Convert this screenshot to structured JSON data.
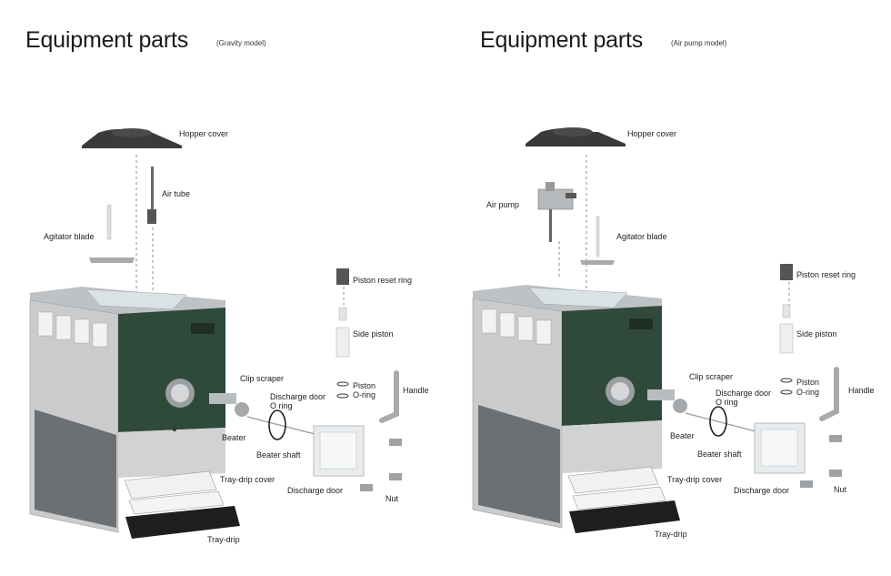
{
  "left": {
    "title": "Equipment parts",
    "subtitle": "(Gravity model)",
    "labels": {
      "hopper_cover": "Hopper cover",
      "air_tube": "Air tube",
      "agitator_blade": "Agitator blade",
      "piston_reset_ring": "Piston reset ring",
      "side_piston": "Side piston",
      "clip_scraper": "Clip scraper",
      "piston_o_ring_1": "Piston",
      "piston_o_ring_2": "O-ring",
      "handle": "Handle",
      "discharge_door_o_ring_1": "Discharge door",
      "discharge_door_o_ring_2": "O ring",
      "beater": "Beater",
      "beater_shaft": "Beater shaft",
      "tray_drip_cover": "Tray-drip cover",
      "discharge_door": "Discharge door",
      "nut": "Nut",
      "tray_drip": "Tray-drip"
    }
  },
  "right": {
    "title": "Equipment parts",
    "subtitle": "(Air pump model)",
    "labels": {
      "hopper_cover": "Hopper cover",
      "air_pump": "Air pump",
      "agitator_blade": "Agitator blade",
      "piston_reset_ring": "Piston reset ring",
      "side_piston": "Side piston",
      "clip_scraper": "Clip scraper",
      "piston_o_ring_1": "Piston",
      "piston_o_ring_2": "O-ring",
      "handle": "Handle",
      "discharge_door_o_ring_1": "Discharge door",
      "discharge_door_o_ring_2": "O ring",
      "beater": "Beater",
      "beater_shaft": "Beater shaft",
      "tray_drip_cover": "Tray-drip cover",
      "discharge_door": "Discharge door",
      "nut": "Nut",
      "tray_drip": "Tray-drip"
    }
  },
  "colors": {
    "panel_green": "#2f4a3a",
    "steel": "#c9cbcd",
    "steel_dark": "#8e9194",
    "black_part": "#2a2a2a"
  }
}
